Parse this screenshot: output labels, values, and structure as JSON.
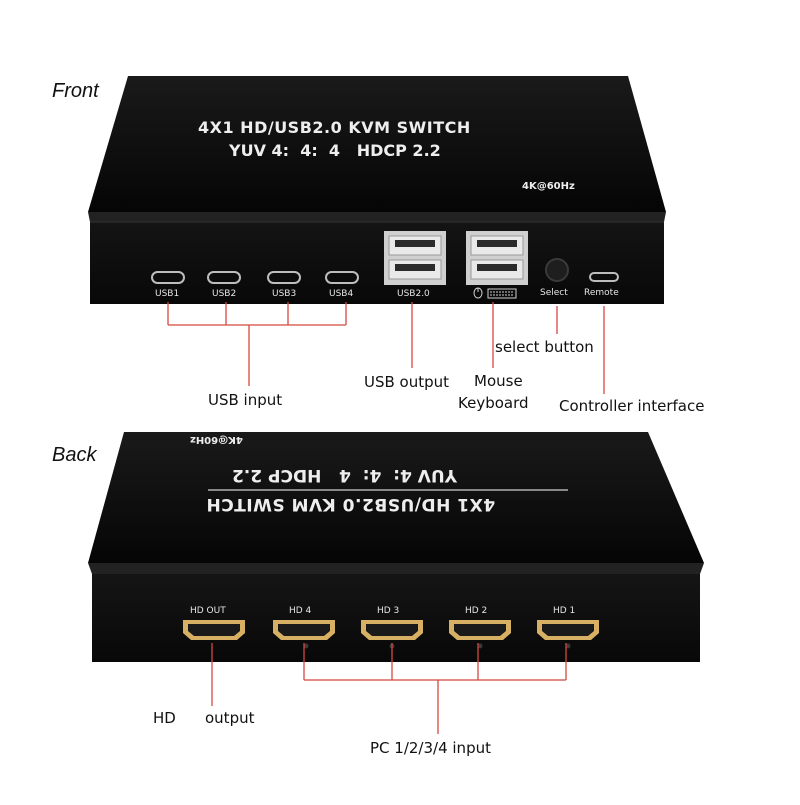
{
  "front": {
    "section_label": "Front",
    "title_line1": "4X1 HD/USB2.0 KVM SWITCH",
    "title_line2": "YUV 4:  4:  4   HDCP 2.2",
    "resolution_badge": "4K@60Hz",
    "ports": {
      "usb_c": [
        "USB1",
        "USB2",
        "USB3",
        "USB4"
      ],
      "usb_output": "USB2.0",
      "select": "Select",
      "remote": "Remote"
    },
    "callouts": {
      "usb_input": "USB input",
      "usb_output": "USB output",
      "select_button": "select button",
      "mouse": "Mouse",
      "keyboard": "Keyboard",
      "controller": "Controller interface"
    },
    "icons": [
      "usb-c-port-icon",
      "usb-a-port-icon",
      "select-button-icon",
      "mouse-icon",
      "keyboard-icon"
    ]
  },
  "back": {
    "section_label": "Back",
    "title_line1": "4X1 HD/USB2.0 KVM SWITCH",
    "title_line2": "YUV 4:  4:  4   HDCP 2.2",
    "resolution_badge": "4K@60Hz",
    "ports": [
      "HD OUT",
      "HD 4",
      "HD 3",
      "HD 2",
      "HD 1"
    ],
    "callouts": {
      "hd": "HD",
      "output": "output",
      "pc_input": "PC 1/2/3/4 input"
    },
    "icons": [
      "hdmi-port-icon"
    ]
  },
  "colors": {
    "device_body": "#0c0c0c",
    "callout_line": "#d4483f",
    "text": "#111111"
  }
}
